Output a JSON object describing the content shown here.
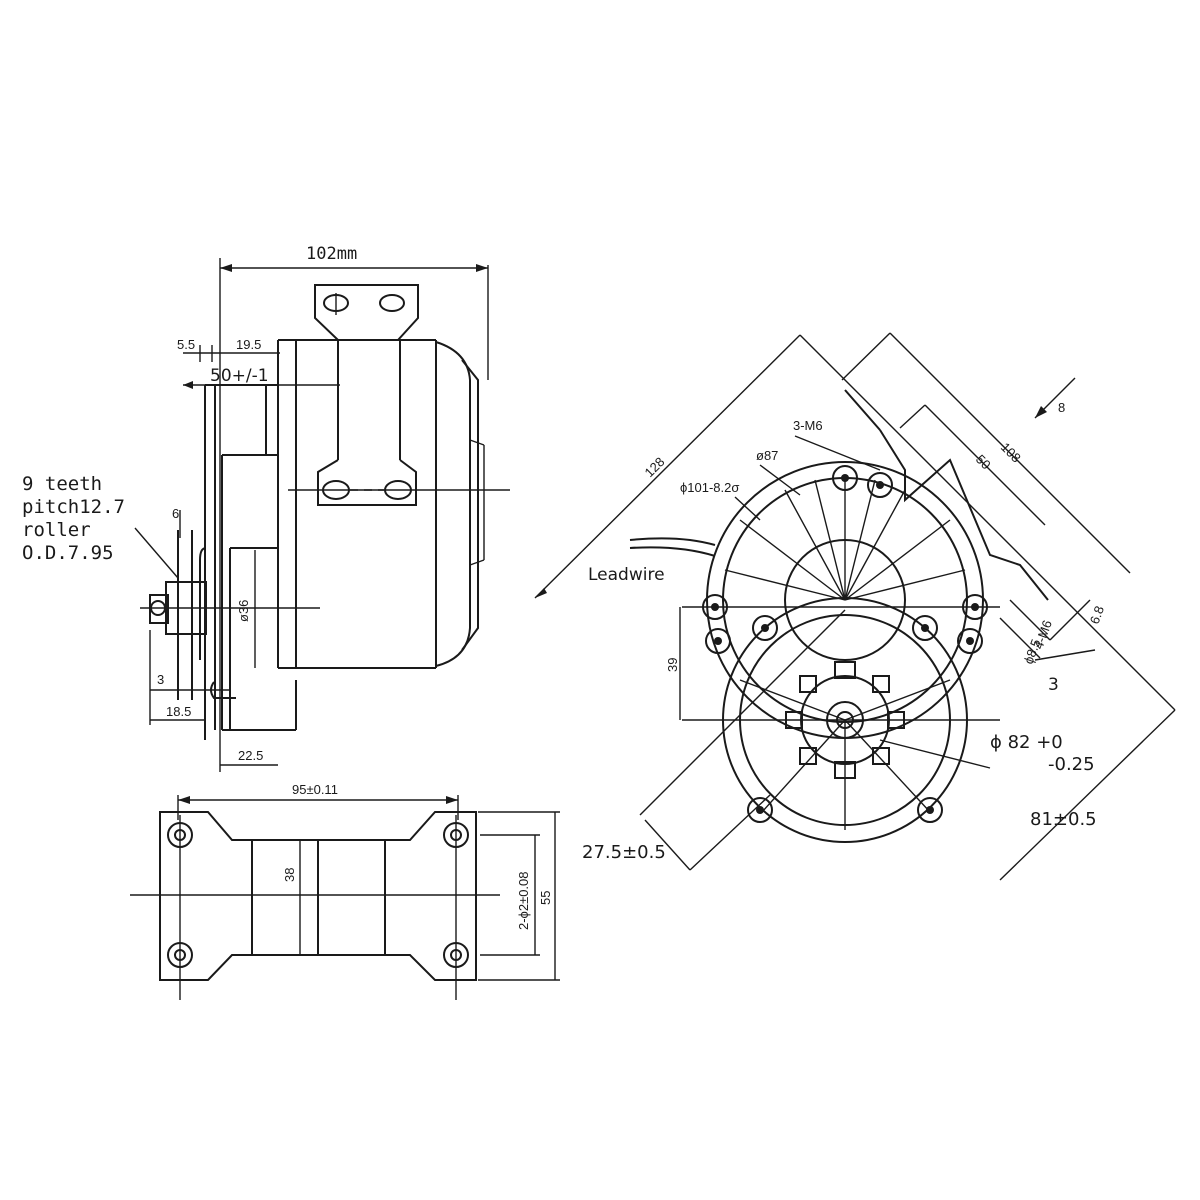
{
  "colors": {
    "line": "#1a1a1a",
    "background": "#ffffff"
  },
  "side_view": {
    "overall_width": "102mm",
    "dim_5_5": "5.5",
    "dim_19_5": "19.5",
    "dim_50": "50+/-1",
    "dim_6": "6",
    "dim_36": "ø36",
    "dim_3": "3",
    "dim_18_5": "18.5",
    "dim_22_5": "22.5"
  },
  "sprocket_note": {
    "line1": "9 teeth",
    "line2": "pitch12.7",
    "line3": "roller",
    "line4": "O.D.7.95"
  },
  "mount_view": {
    "dim_95": "95±0.11",
    "dim_38": "38",
    "dim_holes": "2-ϕ2±0.08",
    "dim_55": "55"
  },
  "front_view": {
    "dim_128": "128",
    "dim_101": "ϕ101-8.2σ",
    "dim_87": "ø87",
    "dim_3m6": "3-M6",
    "dim_108": "108",
    "dim_50": "50",
    "dim_8": "8",
    "leadwire": "Leadwire",
    "dim_6_8": "6.8",
    "dim_4m6": "4-M6",
    "dim_8_5": "ϕ8.5",
    "dim_3": "3",
    "dim_39": "39",
    "dim_82_a": "ϕ 82 +0",
    "dim_82_b": "-0.25",
    "dim_81": "81±0.5",
    "dim_27_5": "27.5±0.5"
  }
}
